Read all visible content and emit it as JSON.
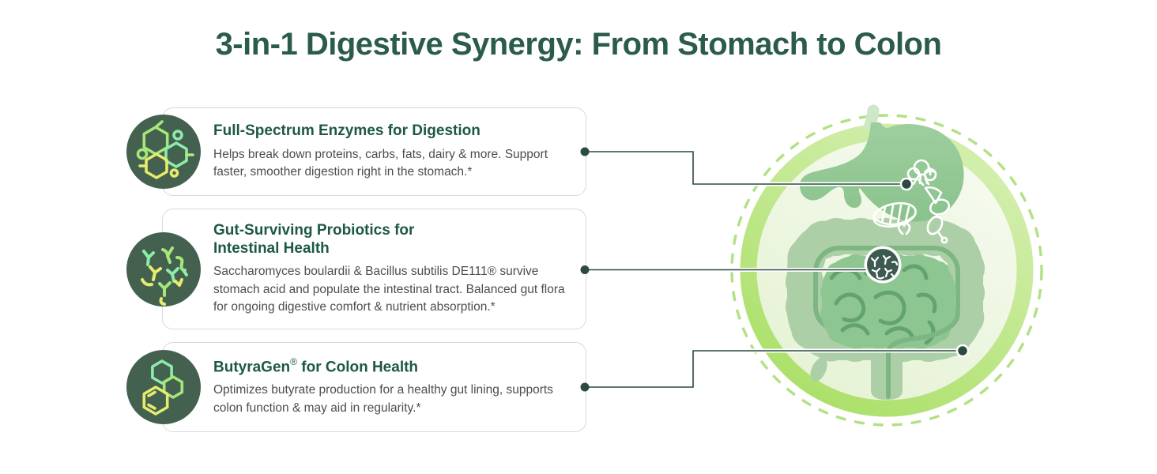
{
  "header": {
    "title": "3-in-1 Digestive Synergy: From Stomach to Colon"
  },
  "cards": [
    {
      "icon": "enzyme-molecules-icon",
      "title": "Full-Spectrum Enzymes for Digestion",
      "body": "Helps break down proteins, carbs, fats, dairy & more. Support faster, smoother digestion right in the stomach.*"
    },
    {
      "icon": "probiotics-icon",
      "title_line1": "Gut-Surviving Probiotics for",
      "title_line2": "Intestinal Health",
      "body": "Saccharomyces boulardii & Bacillus subtilis DE111® survive stomach acid and populate the intestinal tract. Balanced gut flora for ongoing digestive comfort & nutrient absorption.*"
    },
    {
      "icon": "butyrate-molecule-icon",
      "title_brand": "ButyraGen",
      "title_reg": "®",
      "title_rest": " for Colon Health",
      "body": "Optimizes butyrate production for a healthy gut lining, supports colon function & may aid in regularity.*"
    }
  ],
  "illustration": {
    "name": "digestive-system-illustration",
    "markers": [
      {
        "target": "stomach"
      },
      {
        "target": "small-intestine"
      },
      {
        "target": "colon"
      }
    ]
  },
  "colors": {
    "title_green": "#2b5c49",
    "card_title_green": "#1d5847",
    "body_text": "#4d4d4d",
    "icon_background": "#44614f",
    "connector": "#2c4a40",
    "ring_green": "#abe063",
    "mint": "#8deca9",
    "lime": "#e6ec6f"
  }
}
